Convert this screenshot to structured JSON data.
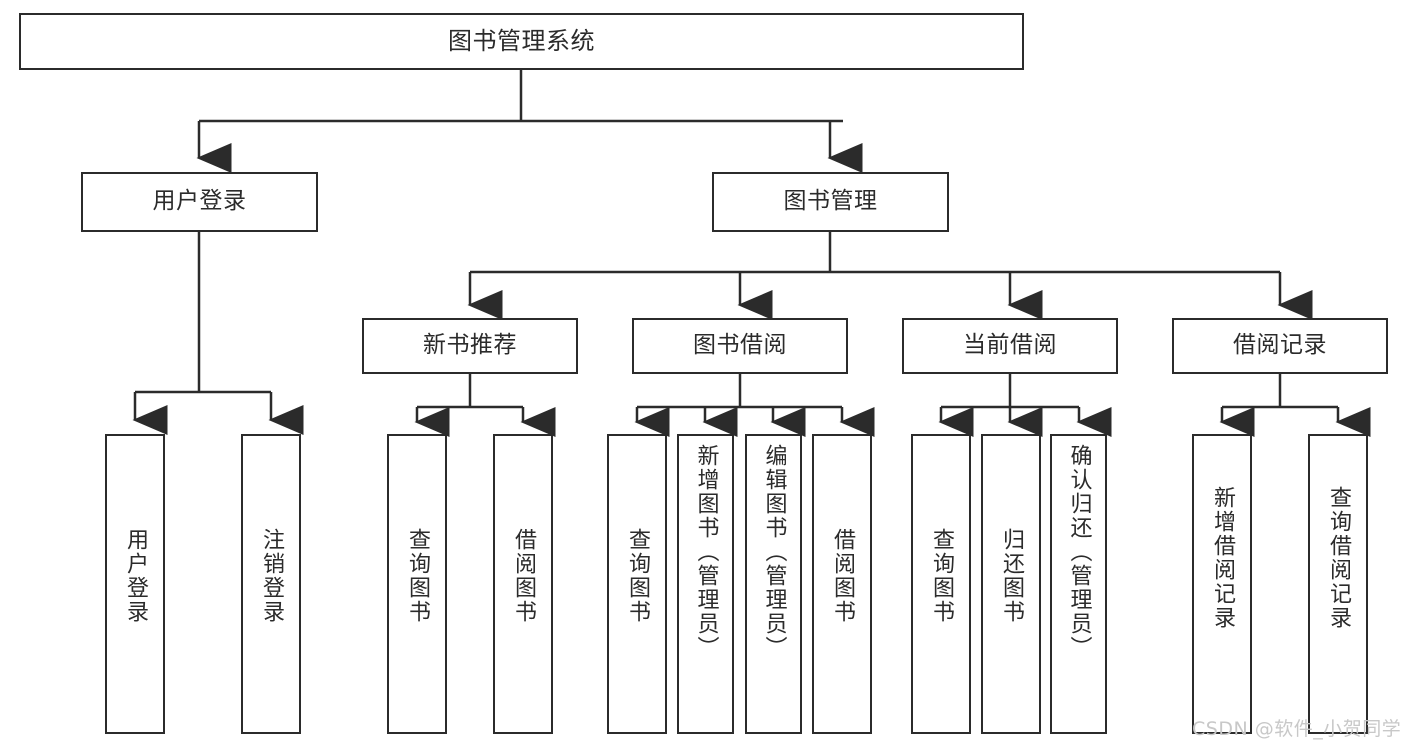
{
  "diagram": {
    "title": "图书管理系统",
    "type": "tree-hierarchy-chart",
    "colors": {
      "stroke": "#2b2b2b",
      "fill": "#ffffff",
      "background": "#ffffff",
      "watermark": "#c8c8c8"
    },
    "root": {
      "label": "图书管理系统"
    },
    "level2": [
      {
        "label": "用户登录"
      },
      {
        "label": "图书管理"
      }
    ],
    "level3": [
      {
        "label": "新书推荐"
      },
      {
        "label": "图书借阅"
      },
      {
        "label": "当前借阅"
      },
      {
        "label": "借阅记录"
      }
    ],
    "leaves": {
      "user_login": [
        {
          "label": "用户登录"
        },
        {
          "label": "注销登录"
        }
      ],
      "new_book_recommend": [
        {
          "label": "查询图书"
        },
        {
          "label": "借阅图书"
        }
      ],
      "book_borrow": [
        {
          "label": "查询图书"
        },
        {
          "label": "新增图书（管理员）"
        },
        {
          "label": "编辑图书（管理员）"
        },
        {
          "label": "借阅图书"
        }
      ],
      "current_borrow": [
        {
          "label": "查询图书"
        },
        {
          "label": "归还图书"
        },
        {
          "label": "确认归还（管理员）"
        }
      ],
      "borrow_record": [
        {
          "label": "新增借阅记录"
        },
        {
          "label": "查询借阅记录"
        }
      ]
    }
  },
  "watermark": {
    "text": "CSDN @软件_小贺同学"
  }
}
